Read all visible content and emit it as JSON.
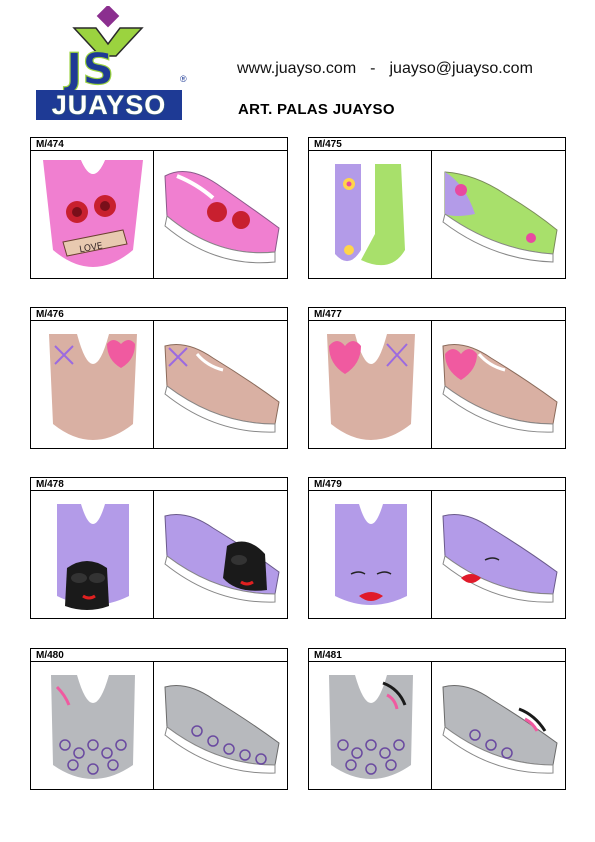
{
  "header": {
    "logo_monogram": "JS",
    "logo_word": "JUAYSO",
    "registered": "®",
    "website": "www.juayso.com",
    "separator": "-",
    "email": "juayso@juayso.com",
    "title": "ART. PALAS JUAYSO"
  },
  "colors": {
    "brand_blue": "#1e3a95",
    "brand_green": "#9bd33f",
    "brand_purple": "#8b2f8f",
    "pink": "#f07fd0",
    "salmon": "#d9b0a3",
    "lilac": "#b39be8",
    "grey": "#b7b9bd"
  },
  "models": [
    {
      "code": "M/474",
      "icon": "pala-roses-love-icon"
    },
    {
      "code": "M/475",
      "icon": "pala-flowers-two-tone-icon"
    },
    {
      "code": "M/476",
      "icon": "pala-amor-heart-icon"
    },
    {
      "code": "M/477",
      "icon": "pala-love-heart-icon"
    },
    {
      "code": "M/478",
      "icon": "pala-girl-sunglasses-icon"
    },
    {
      "code": "M/479",
      "icon": "pala-red-lips-icon"
    },
    {
      "code": "M/480",
      "icon": "pala-grey-circles-icon"
    },
    {
      "code": "M/481",
      "icon": "pala-grey-circles-feather-icon"
    }
  ]
}
